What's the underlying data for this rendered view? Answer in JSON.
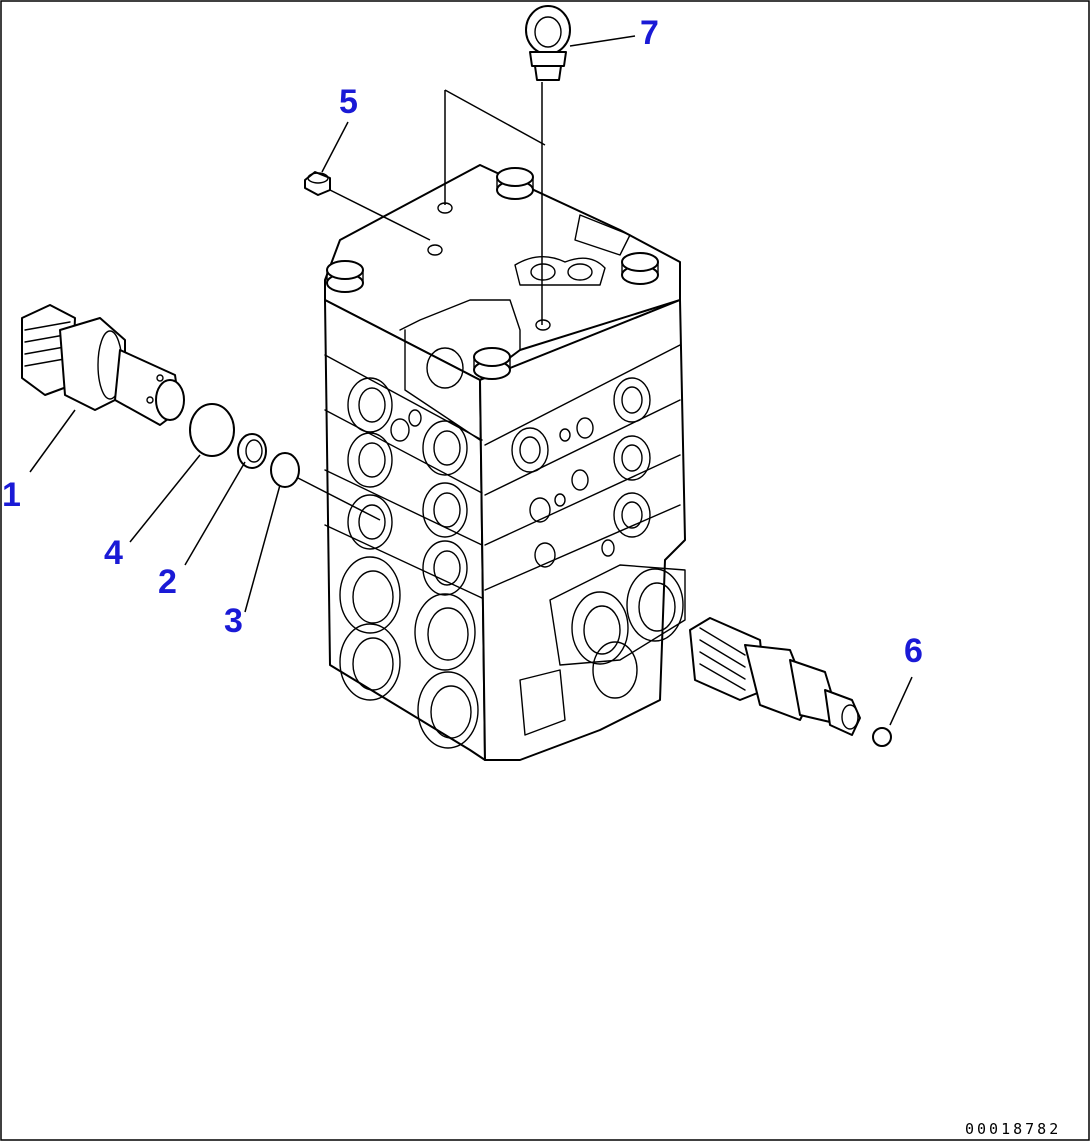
{
  "drawing_code": "00018782",
  "callouts": [
    {
      "id": "callout-1",
      "label": "1"
    },
    {
      "id": "callout-2",
      "label": "2"
    },
    {
      "id": "callout-3",
      "label": "3"
    },
    {
      "id": "callout-4",
      "label": "4"
    },
    {
      "id": "callout-5",
      "label": "5"
    },
    {
      "id": "callout-6",
      "label": "6"
    },
    {
      "id": "callout-7",
      "label": "7"
    }
  ],
  "colors": {
    "callout": "#1a1ad6",
    "line": "#000000",
    "background": "#ffffff"
  }
}
